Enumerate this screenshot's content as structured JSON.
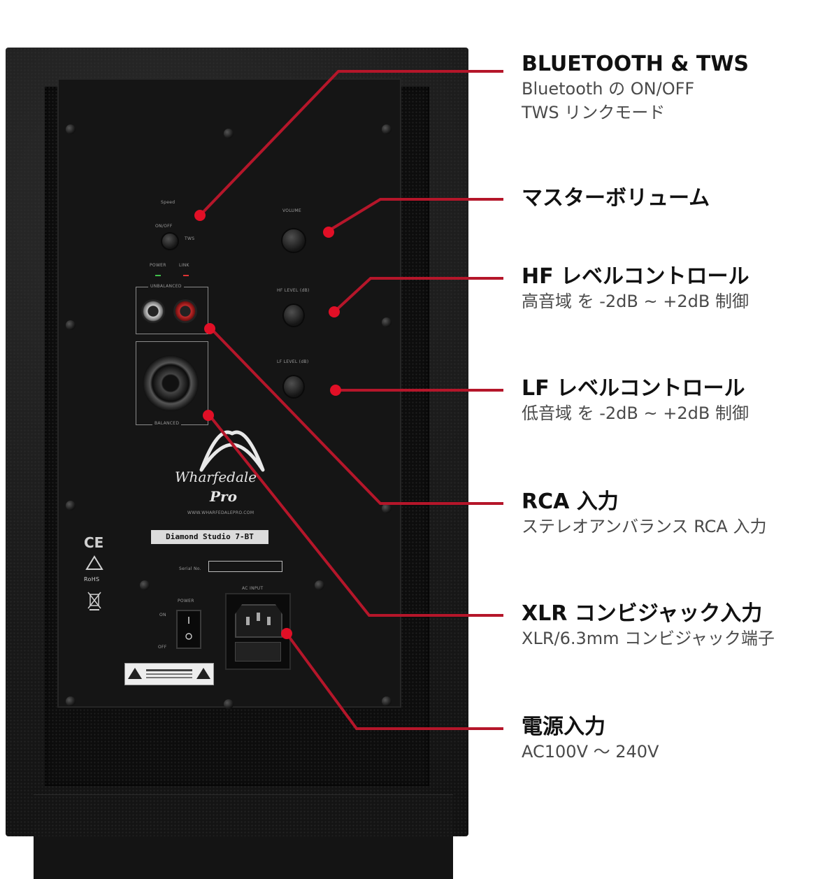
{
  "colors": {
    "callout_line": "#b5162a",
    "marker": "#e10f26",
    "cabinet": "#1a1a1a"
  },
  "callouts": [
    {
      "title": "BLUETOOTH & TWS",
      "lines": [
        "Bluetooth の ON/OFF",
        "TWS リンクモード"
      ]
    },
    {
      "title": "マスターボリューム",
      "lines": []
    },
    {
      "title": "HF レベルコントロール",
      "lines": [
        "高音域 を -2dB ~ +2dB 制御"
      ]
    },
    {
      "title": "LF レベルコントロール",
      "lines": [
        "低音域 を -2dB ~ +2dB 制御"
      ]
    },
    {
      "title": "RCA 入力",
      "lines": [
        "ステレオアンバランス RCA 入力"
      ]
    },
    {
      "title": "XLR コンビジャック入力",
      "lines": [
        "XLR/6.3mm コンビジャック端子"
      ]
    },
    {
      "title": "電源入力",
      "lines": [
        " AC100V ～ 240V"
      ]
    }
  ],
  "panel": {
    "speed_label": "Speed",
    "onoff_label": "ON/OFF",
    "tws_label": "TWS",
    "power_led": "POWER",
    "link_led": "LINK",
    "volume_label": "VOLUME",
    "hf_label": "HF LEVEL (dB)",
    "lf_label": "LF LEVEL (dB)",
    "unbalanced_label": "UNBALANCED",
    "balanced_label": "BALANCED",
    "brand_script": "Wharfedale",
    "brand_pro": "Pro",
    "url": "WWW.WHARFEDALEPRO.COM",
    "model": "Diamond Studio 7-BT",
    "serial_label": "Serial No.",
    "ac_input_label": "AC INPUT",
    "power_label": "POWER",
    "on_label": "ON",
    "off_label": "OFF",
    "ce_mark": "CE",
    "rohs_mark": "RoHS"
  }
}
